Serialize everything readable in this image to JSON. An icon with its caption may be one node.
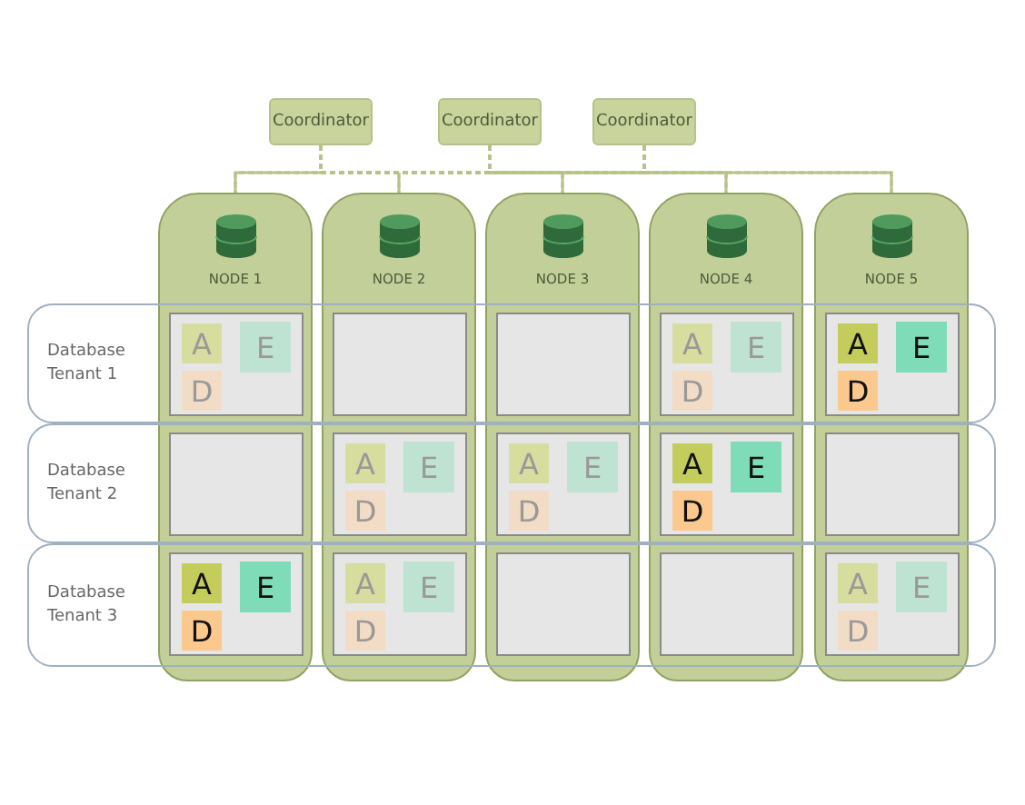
{
  "diagram": {
    "nodes": [
      {
        "text": [
          "Coordinator"
        ]
      },
      {
        "text": [
          "Coordinator"
        ]
      },
      {
        "text": [
          "Coordinator"
        ]
      },
      {
        "text": [
          "NODE 1"
        ]
      },
      {
        "text": [
          "NODE 2"
        ]
      },
      {
        "text": [
          "NODE 3"
        ]
      },
      {
        "text": [
          "NODE 4"
        ]
      },
      {
        "text": [
          "NODE 5"
        ]
      },
      {
        "text": [
          "Database Tenant 1"
        ]
      },
      {
        "text": [
          "Database Tenant 2"
        ]
      },
      {
        "text": [
          "Database Tenant 3"
        ]
      },
      {
        "text": [],
        "shape": "box"
      },
      {
        "text": [
          "A"
        ],
        "in": 11
      },
      {
        "text": [
          "E"
        ],
        "in": 11
      },
      {
        "text": [
          "D"
        ],
        "in": 11
      },
      {
        "text": [],
        "shape": "box"
      },
      {
        "text": [],
        "shape": "box"
      },
      {
        "text": [],
        "shape": "box"
      },
      {
        "text": [
          "A"
        ],
        "in": 17
      },
      {
        "text": [
          "E"
        ],
        "in": 17
      },
      {
        "text": [
          "D"
        ],
        "in": 17
      },
      {
        "text": [],
        "shape": "box"
      },
      {
        "text": [
          "A"
        ],
        "in": 21
      },
      {
        "text": [
          "E"
        ],
        "in": 21
      },
      {
        "text": [
          "D"
        ],
        "in": 21
      },
      {
        "text": [],
        "shape": "box"
      },
      {
        "text": [],
        "shape": "box"
      },
      {
        "text": [
          "A"
        ],
        "in": 26
      },
      {
        "text": [
          "E"
        ],
        "in": 26
      },
      {
        "text": [
          "D"
        ],
        "in": 26
      },
      {
        "text": [],
        "shape": "box"
      },
      {
        "text": [
          "A"
        ],
        "in": 30
      },
      {
        "text": [
          "E"
        ],
        "in": 30
      },
      {
        "text": [
          "D"
        ],
        "in": 30
      },
      {
        "text": [],
        "shape": "box"
      },
      {
        "text": [
          "A"
        ],
        "in": 34
      },
      {
        "text": [
          "E"
        ],
        "in": 34
      },
      {
        "text": [
          "D"
        ],
        "in": 34
      },
      {
        "text": [],
        "shape": "box"
      },
      {
        "text": [],
        "shape": "box"
      },
      {
        "text": [
          "A"
        ],
        "in": 39
      },
      {
        "text": [
          "E"
        ],
        "in": 39
      },
      {
        "text": [
          "D"
        ],
        "in": 39
      },
      {
        "text": [],
        "shape": "box"
      },
      {
        "text": [
          "A"
        ],
        "in": 43
      },
      {
        "text": [
          "E"
        ],
        "in": 43
      },
      {
        "text": [
          "D"
        ],
        "in": 43
      },
      {
        "text": [],
        "shape": "box"
      },
      {
        "text": [],
        "shape": "box"
      },
      {
        "text": [],
        "shape": "box"
      },
      {
        "text": [
          "A"
        ],
        "in": 49
      },
      {
        "text": [
          "E"
        ],
        "in": 49
      },
      {
        "text": [
          "D"
        ],
        "in": 49
      }
    ],
    "edges": [
      {
        "from": 0,
        "to": 3,
        "arrow": "none",
        "style": "dashed"
      },
      {
        "from": 0,
        "to": 4,
        "arrow": "none",
        "style": "dashed"
      },
      {
        "from": 0,
        "to": 5,
        "arrow": "none",
        "style": "dashed"
      },
      {
        "from": 0,
        "to": 6,
        "arrow": "none",
        "style": "dashed"
      },
      {
        "from": 0,
        "to": 7,
        "arrow": "none",
        "style": "dashed"
      },
      {
        "from": 1,
        "to": 3,
        "arrow": "none",
        "style": "dashed"
      },
      {
        "from": 1,
        "to": 4,
        "arrow": "none",
        "style": "dashed"
      },
      {
        "from": 1,
        "to": 5,
        "arrow": "none",
        "style": "dashed"
      },
      {
        "from": 1,
        "to": 6,
        "arrow": "none",
        "style": "dashed"
      },
      {
        "from": 1,
        "to": 7,
        "arrow": "none",
        "style": "dashed"
      },
      {
        "from": 2,
        "to": 3,
        "arrow": "none",
        "style": "dashed"
      },
      {
        "from": 2,
        "to": 4,
        "arrow": "none",
        "style": "dashed"
      },
      {
        "from": 2,
        "to": 5,
        "arrow": "none",
        "style": "dashed"
      },
      {
        "from": 2,
        "to": 6,
        "arrow": "none",
        "style": "dashed"
      },
      {
        "from": 2,
        "to": 7,
        "arrow": "none",
        "style": "dashed"
      }
    ]
  }
}
